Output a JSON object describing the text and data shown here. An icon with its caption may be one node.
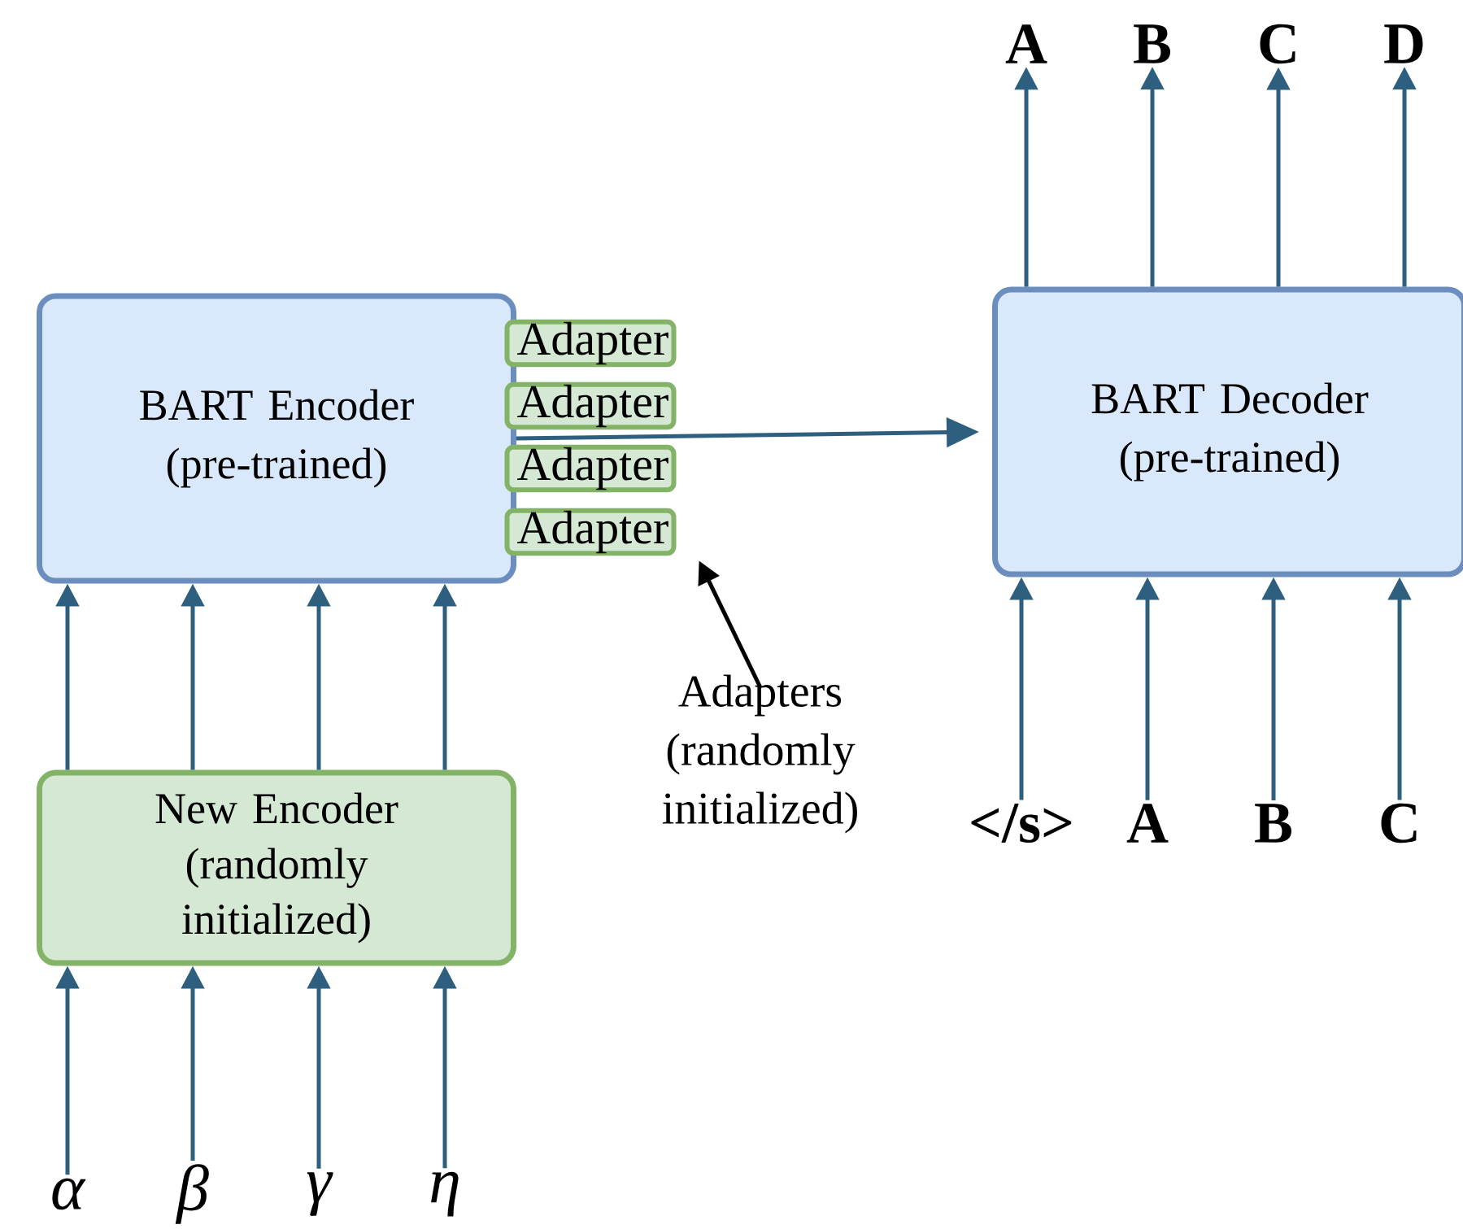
{
  "diagram": {
    "nodes": [
      {
        "text": [
          "BART Encoder (pre-trained)"
        ]
      },
      {
        "text": [
          "Adapter"
        ]
      },
      {
        "text": [
          "Adapter"
        ]
      },
      {
        "text": [
          "Adapter"
        ]
      },
      {
        "text": [
          "Adapter"
        ]
      },
      {
        "text": [
          "BART Decoder (pre-trained)"
        ]
      },
      {
        "text": [
          "New Encoder (randomly initialized)"
        ]
      },
      {
        "text": [
          "α"
        ]
      },
      {
        "text": [
          "β"
        ]
      },
      {
        "text": [
          "γ"
        ]
      },
      {
        "text": [
          "η"
        ]
      },
      {
        "text": [
          "A"
        ]
      },
      {
        "text": [
          "B"
        ]
      },
      {
        "text": [
          "C"
        ]
      },
      {
        "text": [
          "D"
        ]
      },
      {
        "text": [
          "</s>"
        ]
      },
      {
        "text": [
          "A"
        ]
      },
      {
        "text": [
          "B"
        ]
      },
      {
        "text": [
          "C"
        ]
      },
      {
        "text": [
          "Adapters (randomly initialized)"
        ]
      }
    ],
    "edges": [
      {
        "from": 7,
        "to": 6,
        "arrow": "to"
      },
      {
        "from": 8,
        "to": 6,
        "arrow": "to"
      },
      {
        "from": 9,
        "to": 6,
        "arrow": "to"
      },
      {
        "from": 10,
        "to": 6,
        "arrow": "to"
      },
      {
        "from": 6,
        "to": 0,
        "arrow": "to"
      },
      {
        "from": 6,
        "to": 0,
        "arrow": "to"
      },
      {
        "from": 6,
        "to": 0,
        "arrow": "to"
      },
      {
        "from": 6,
        "to": 0,
        "arrow": "to"
      },
      {
        "from": 0,
        "to": 5,
        "arrow": "to"
      },
      {
        "from": 5,
        "to": 11,
        "arrow": "to"
      },
      {
        "from": 5,
        "to": 12,
        "arrow": "to"
      },
      {
        "from": 5,
        "to": 13,
        "arrow": "to"
      },
      {
        "from": 5,
        "to": 14,
        "arrow": "to"
      },
      {
        "from": 15,
        "to": 5,
        "arrow": "to"
      },
      {
        "from": 16,
        "to": 5,
        "arrow": "to"
      },
      {
        "from": 17,
        "to": 5,
        "arrow": "to"
      },
      {
        "from": 18,
        "to": 5,
        "arrow": "to"
      },
      {
        "from": 19,
        "to": 4,
        "arrow": "to",
        "color": "#000000"
      }
    ]
  }
}
